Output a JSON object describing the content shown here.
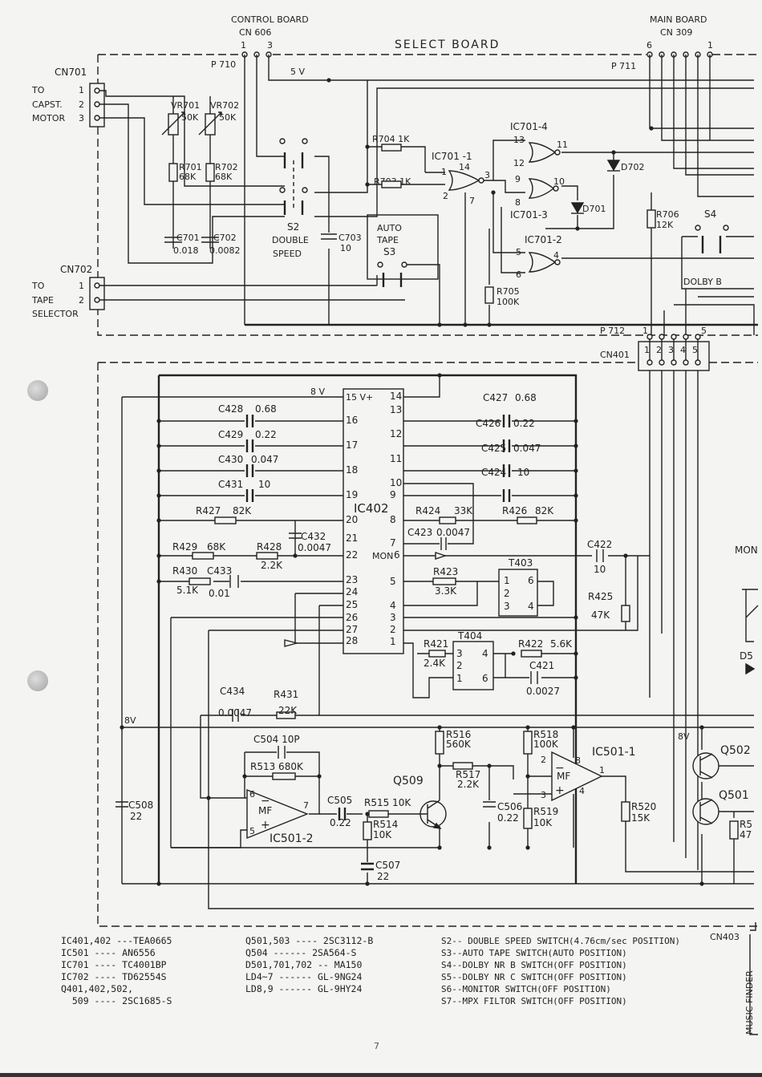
{
  "board_titles": {
    "control_board": "CONTROL BOARD",
    "cn606": "CN 606",
    "select_board": "SELECT BOARD",
    "main_board": "MAIN BOARD",
    "cn309": "CN 309"
  },
  "pins_top_left": [
    "1",
    "3"
  ],
  "pins_top_right": [
    "6",
    "1"
  ],
  "connectors": {
    "p710": "P 710",
    "p711": "P 711",
    "p712": "P 712",
    "cn701": "CN701",
    "cn702": "CN702",
    "cn401": "CN401",
    "cn403": "CN403"
  },
  "cn701_labels": [
    "TO",
    "CAPST.",
    "MOTOR"
  ],
  "cn701_pins": [
    "1",
    "2",
    "3"
  ],
  "cn702_labels": [
    "TO",
    "TAPE",
    "SELECTOR"
  ],
  "cn702_pins": [
    "1",
    "2"
  ],
  "supply": {
    "v5": "5 V",
    "v8a": "8 V",
    "v8b": "8V",
    "v8c": "8V"
  },
  "select_parts": {
    "vr701": "VR701",
    "vr701_val": "50K",
    "vr702": "VR702",
    "vr702_val": "50K",
    "r701": "R701",
    "r701_val": "68K",
    "r702": "R702",
    "r702_val": "68K",
    "c701": "C701",
    "c701_val": "0.018",
    "c702": "C702",
    "c702_val": "0.0082",
    "c703": "C703",
    "c703_val": "10",
    "s2": "S2",
    "s2_l1": "DOUBLE",
    "s2_l2": "SPEED",
    "s3_l1": "AUTO",
    "s3_l2": "TAPE",
    "s3": "S3",
    "r704": "R704  1K",
    "r703": "R703  1K",
    "r705": "R705",
    "r705_val": "100K",
    "r706": "R706",
    "r706_val": "12K",
    "ic701_1": "IC701 -1",
    "ic701_2": "IC701-2",
    "ic701_3": "IC701-3",
    "ic701_4": "IC701-4",
    "d701": "D701",
    "d702": "D702",
    "s4": "S4",
    "dolby_b": "DOLBY B"
  },
  "gate_pins": {
    "g1": [
      "1",
      "2",
      "14",
      "7",
      "3"
    ],
    "g4": [
      "13",
      "12",
      "11"
    ],
    "g3": [
      "9",
      "8",
      "10"
    ],
    "g2": [
      "5",
      "6",
      "4"
    ]
  },
  "cn401_pins": [
    "1",
    "2",
    "3",
    "4",
    "5"
  ],
  "p712_pins": [
    "1",
    "5"
  ],
  "ic402": {
    "name": "IC402",
    "vplus": "15 V+",
    "left_pins": [
      "16",
      "17",
      "18",
      "19",
      "20",
      "21",
      "22",
      "23",
      "24",
      "25",
      "26",
      "27",
      "28"
    ],
    "right_pins": [
      "14",
      "13",
      "12",
      "11",
      "10",
      "9",
      "8",
      "7",
      "6",
      "5",
      "4",
      "3",
      "2",
      "1"
    ],
    "mon": "MON"
  },
  "left_parts": [
    {
      "ref": "C428",
      "val": "0.68"
    },
    {
      "ref": "C429",
      "val": "0.22"
    },
    {
      "ref": "C430",
      "val": "0.047"
    },
    {
      "ref": "C431",
      "val": "10"
    },
    {
      "ref": "R427",
      "val": "82K"
    },
    {
      "ref": "C432",
      "val": "0.0047"
    },
    {
      "ref": "R429",
      "val": "68K"
    },
    {
      "ref": "R428",
      "val": "2.2K"
    },
    {
      "ref": "R430",
      "val": "5.1K"
    },
    {
      "ref": "C433",
      "val": "0.01"
    }
  ],
  "right_parts": [
    {
      "ref": "C427",
      "val": "0.68"
    },
    {
      "ref": "C426",
      "val": "0.22"
    },
    {
      "ref": "C425",
      "val": "0.047"
    },
    {
      "ref": "C424",
      "val": "10"
    },
    {
      "ref": "R424",
      "val": "33K"
    },
    {
      "ref": "R426",
      "val": "82K"
    },
    {
      "ref": "C423",
      "val": "0.0047"
    },
    {
      "ref": "R423",
      "val": "3.3K"
    },
    {
      "ref": "C422",
      "val": "10"
    },
    {
      "ref": "R425",
      "val": "47K"
    },
    {
      "ref": "R421",
      "val": "2.4K"
    },
    {
      "ref": "R422",
      "val": "5.6K"
    },
    {
      "ref": "C421",
      "val": "0.0027"
    }
  ],
  "t403": {
    "name": "T403",
    "pins": [
      "1",
      "2",
      "3",
      "6",
      "4"
    ]
  },
  "t404": {
    "name": "T404",
    "pins": [
      "3",
      "2",
      "1",
      "4",
      "6"
    ]
  },
  "mon_edge": "MON",
  "lower_parts": {
    "c434": "C434",
    "c434_val": "0.0047",
    "r431": "R431",
    "r431_val": "22K",
    "c504": "C504  10P",
    "r513": "R513   680K",
    "c508": "C508",
    "c508_val": "22",
    "c505": "C505",
    "c505_val": "0.22",
    "r515": "R515  10K",
    "r514": "R514",
    "r514_val": "10K",
    "c507": "C507",
    "c507_val": "22",
    "q509": "Q509",
    "r516": "R516",
    "r516_val": "560K",
    "r517": "R517",
    "r517_val": "2.2K",
    "c506": "C506",
    "c506_val": "0.22",
    "r518": "R518",
    "r518_val": "100K",
    "r519": "R519",
    "r519_val": "10K",
    "ic501_1": "IC501-1",
    "ic501_2": "IC501-2",
    "mf": "MF",
    "r520": "R520",
    "r520_val": "15K",
    "q502": "Q502",
    "q501": "Q501",
    "r5x": "R5",
    "r5x_val": "47",
    "d5x": "D5"
  },
  "opamp_pins": {
    "a": [
      "6",
      "5",
      "7"
    ],
    "b": [
      "2",
      "3",
      "8",
      "4",
      "1"
    ]
  },
  "legend_col1": [
    "IC401,402 ---TEA0665",
    "IC501 ---- AN6556",
    "IC701 ---- TC4001BP",
    "IC702 ---- TD62554S",
    "",
    "Q401,402,502,",
    "  509 ---- 2SC1685-S"
  ],
  "legend_col2": [
    "Q501,503 ---- 2SC3112-B",
    "Q504 ------ 2SA564-S",
    "",
    "D501,701,702 -- MA150",
    "LD4~7 ------ GL-9NG24",
    "LD8,9 ------ GL-9HY24"
  ],
  "legend_col3": [
    "S2-- DOUBLE SPEED SWITCH(4.76cm/sec POSITION)",
    "S3--AUTO TAPE SWITCH(AUTO POSITION)",
    "S4--DOLBY NR B SWITCH(OFF POSITION)",
    "S5--DOLBY NR C SWITCH(OFF POSITION)",
    "S6--MONITOR SWITCH(OFF POSITION)",
    "S7--MPX FILTOR SWITCH(OFF POSITION)"
  ],
  "music_finder": "MUSIC FINDER",
  "page_number": "7"
}
